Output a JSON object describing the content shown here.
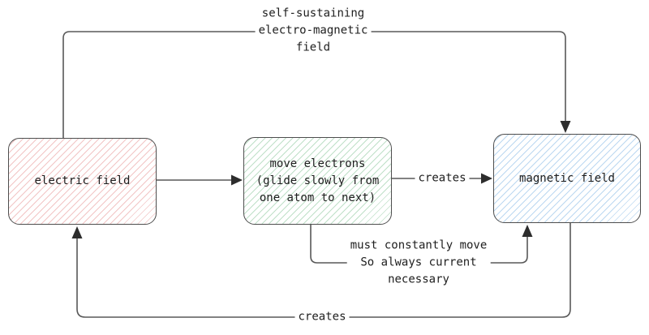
{
  "diagram": {
    "type": "flowchart",
    "background_color": "#ffffff",
    "nodes": {
      "electric": {
        "label": "electric field",
        "hatch_color": "#f2c5c5",
        "fill_style": "diagonal-hatch"
      },
      "electrons": {
        "label": "move electrons\n(glide slowly from\none atom to next)",
        "hatch_color": "#bfe0c8",
        "fill_style": "diagonal-hatch"
      },
      "magnetic": {
        "label": "magnetic field",
        "hatch_color": "#bcd8f1",
        "fill_style": "diagonal-hatch"
      }
    },
    "edges": [
      {
        "from": "electric",
        "to": "magnetic",
        "label": "self-sustaining\nelectro-magnetic\nfield"
      },
      {
        "from": "electric",
        "to": "electrons",
        "label": ""
      },
      {
        "from": "electrons",
        "to": "magnetic",
        "label": "creates"
      },
      {
        "from": "electrons",
        "to": "magnetic",
        "label": "must constantly move\nSo always current\nnecessary"
      },
      {
        "from": "magnetic",
        "to": "electric",
        "label": "creates"
      }
    ],
    "colors": {
      "connector_line": "#585858",
      "arrowhead": "#2d2d2d",
      "node_border": "#4e4e4e",
      "text": "#1e1e1e"
    }
  }
}
